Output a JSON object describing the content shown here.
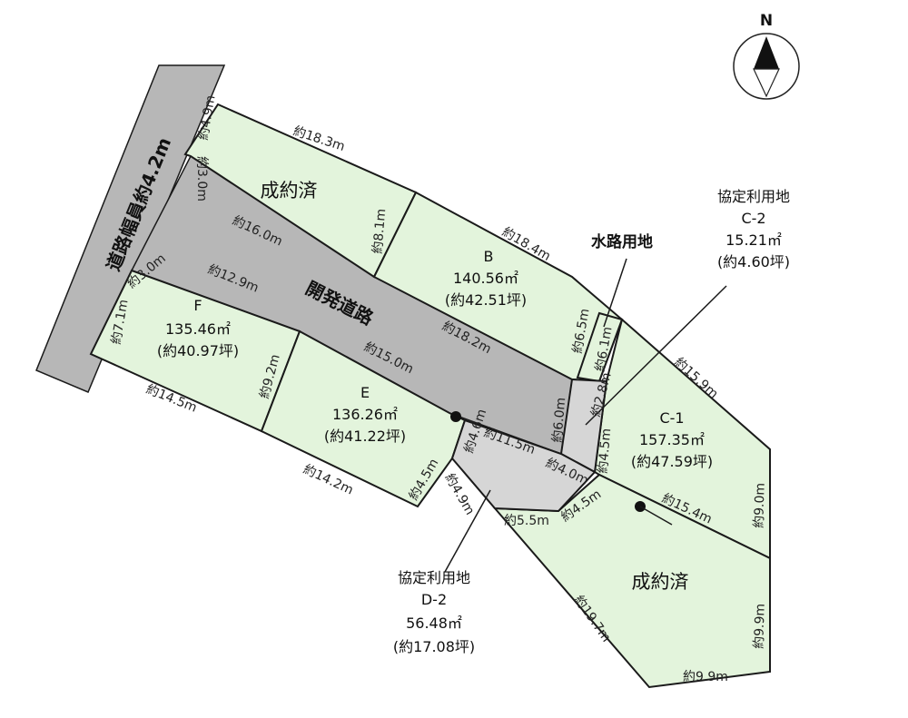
{
  "north": "N",
  "road_width_label": "道路幅員約4.2m",
  "dev_road_label": "開発道路",
  "waterway_label": "水路用地",
  "lots": {
    "sold_top": {
      "label": "成約済"
    },
    "sold_bottom": {
      "label": "成約済"
    },
    "B": {
      "name": "B",
      "area": "140.56㎡",
      "tsubo": "(約42.51坪)"
    },
    "F": {
      "name": "F",
      "area": "135.46㎡",
      "tsubo": "(約40.97坪)"
    },
    "E": {
      "name": "E",
      "area": "136.26㎡",
      "tsubo": "(約41.22坪)"
    },
    "C1": {
      "name": "C-1",
      "area": "157.35㎡",
      "tsubo": "(約47.59坪)"
    },
    "C2": {
      "title": "協定利用地",
      "name": "C-2",
      "area": "15.21㎡",
      "tsubo": "(約4.60坪)"
    },
    "D2": {
      "title": "協定利用地",
      "name": "D-2",
      "area": "56.48㎡",
      "tsubo": "(約17.08坪)"
    }
  },
  "dims": {
    "d1": "約4.9m",
    "d2": "約18.3m",
    "d3": "約3.0m",
    "d4": "約8.1m",
    "d5": "約16.0m",
    "d6": "約18.4m",
    "d7": "約3.0m",
    "d8": "約12.9m",
    "d9": "約7.1m",
    "d10": "約18.2m",
    "d11": "約6.5m",
    "d12": "約6.1m",
    "d13": "約15.9m",
    "d14": "約15.0m",
    "d15": "約9.2m",
    "d16": "約14.5m",
    "d17": "約6.0m",
    "d18": "約2.8m",
    "d19": "約4.6m",
    "d20": "約11.5m",
    "d21": "約4.0m",
    "d22": "約4.5m",
    "d23": "約14.2m",
    "d24": "約4.5m",
    "d25": "約9.0m",
    "d26": "約4.9m",
    "d27": "約5.5m",
    "d28": "約4.5m",
    "d29": "約15.4m",
    "d30": "約19.7m",
    "d31": "約9.9m",
    "d32": "約9.9m"
  }
}
